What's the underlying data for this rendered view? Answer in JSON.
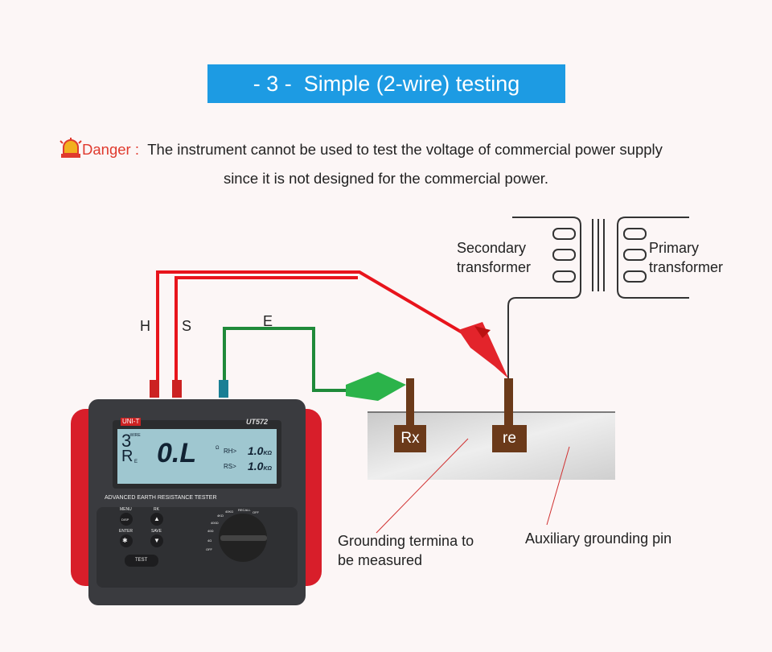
{
  "title": "- 3 -  Simple (2-wire) testing",
  "warning": {
    "icon": "warning-beacon-icon",
    "label": "Danger :",
    "line1": "The instrument cannot be used to test the voltage of commercial power supply",
    "line2": "since it is not designed for the commercial power."
  },
  "terminals": {
    "h": "H",
    "s": "S",
    "e": "E"
  },
  "transformer": {
    "secondary": "Secondary\ntransformer",
    "primary": "Primary\ntransformer"
  },
  "pins": {
    "rx": "Rx",
    "re": "re"
  },
  "annotations": {
    "grounding": "Grounding termina to\nbe measured",
    "auxiliary": "Auxiliary grounding pin"
  },
  "meter": {
    "brand": "UNI-T",
    "model": "UT572",
    "subtitle": "ADVANCED EARTH RESISTANCE TESTER",
    "display": {
      "mode_digit": "3",
      "mode_label": "-WIRE",
      "r": "R",
      "e": "E",
      "main": "0.L",
      "unit": "Ω",
      "rh_label": "RH>",
      "rh_value": "1.0",
      "rs_label": "RS>",
      "rs_value": "1.0",
      "kohm": "KΩ"
    },
    "buttons": {
      "menu": "MENU",
      "disp": "DISP",
      "rk": "RK",
      "enter": "ENTER",
      "save": "SAVE",
      "test": "TEST"
    },
    "dial": [
      "OFF",
      "4Ω",
      "40Ω",
      "400Ω",
      "4KΩ",
      "40KΩ",
      "RECALL",
      "OFF"
    ]
  },
  "colors": {
    "title_bg": "#1d9be3",
    "danger": "#e03a2e",
    "red_wire": "#e8141c",
    "green_wire": "#1f8a3a",
    "pin": "#6b3a1a"
  }
}
